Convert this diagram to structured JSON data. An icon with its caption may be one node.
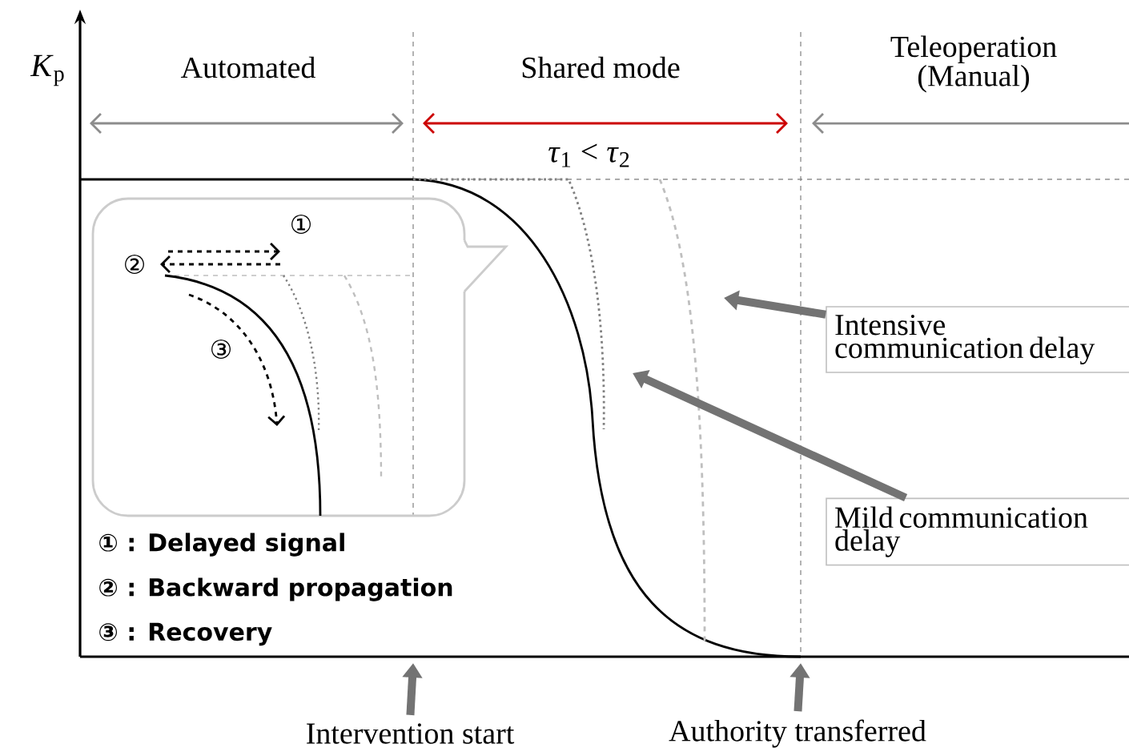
{
  "diagram": {
    "nodes": [
      {
        "text": [
          "Intensive communication delay"
        ]
      },
      {
        "text": [
          "Mild communication delay"
        ]
      },
      {
        "text": [
          "Intervention start"
        ]
      },
      {
        "text": [
          "Authority transferred"
        ]
      }
    ],
    "edges": [
      {
        "from": 0,
        "to": null,
        "arrow": "to"
      },
      {
        "from": 1,
        "to": null,
        "arrow": "to"
      },
      {
        "from": 2,
        "to": null,
        "arrow": "to"
      },
      {
        "from": 3,
        "to": null,
        "arrow": "to"
      }
    ],
    "labels": [
      "*K*$_{p}$",
      "Automated",
      "Shared mode",
      "Teleoperation (Manual)",
      "*τ*$_{1}$ < *τ*$_{2}$",
      "①",
      "②",
      "③",
      "① : Delayed signal",
      "② : Backward propagation",
      "③ : Recovery"
    ]
  }
}
